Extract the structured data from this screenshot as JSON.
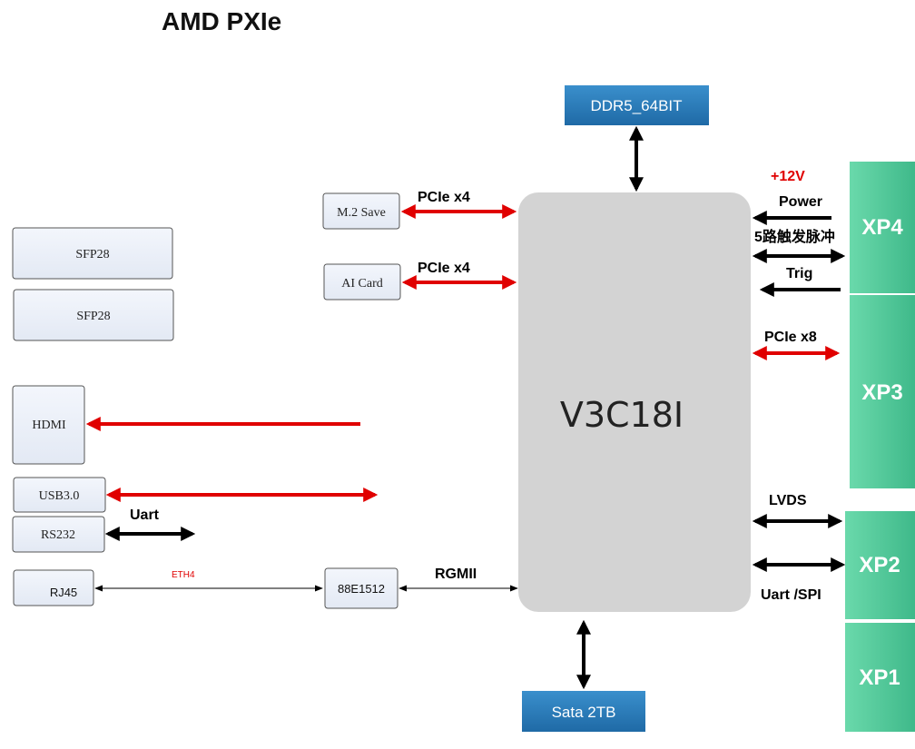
{
  "title": "AMD PXIe",
  "cpu": {
    "label": "V3C18I"
  },
  "memory": {
    "label": "DDR5_64BIT"
  },
  "storage": {
    "label": "Sata 2TB"
  },
  "left_blocks": {
    "m2": "M.2 Save",
    "ai": "AI Card",
    "sfp1": "SFP28",
    "sfp2": "SFP28",
    "hdmi": "HDMI",
    "usb": "USB3.0",
    "rs232": "RS232",
    "rj45": "RJ45",
    "phy": "88E1512"
  },
  "link_labels": {
    "m2_bus": "PCIe x4",
    "ai_bus": "PCIe x4",
    "uart": "Uart",
    "eth": "ETH4",
    "rgmii": "RGMII",
    "power_voltage": "+12V",
    "power": "Power",
    "trigger_pulses": "5路触发脉冲",
    "trig": "Trig",
    "pcie_x8": "PCIe x8",
    "lvds": "LVDS",
    "uart_spi": "Uart /SPI"
  },
  "connectors": {
    "xp4": "XP4",
    "xp3": "XP3",
    "xp2": "XP2",
    "xp1": "XP1"
  },
  "colors": {
    "red_bus": "#e00000",
    "black_bus": "#000000",
    "connector_green": "#4fc89a",
    "blue_block": "#2a7ab8",
    "cpu_fill": "#d3d3d3",
    "box_fill": "#eef2fa"
  }
}
